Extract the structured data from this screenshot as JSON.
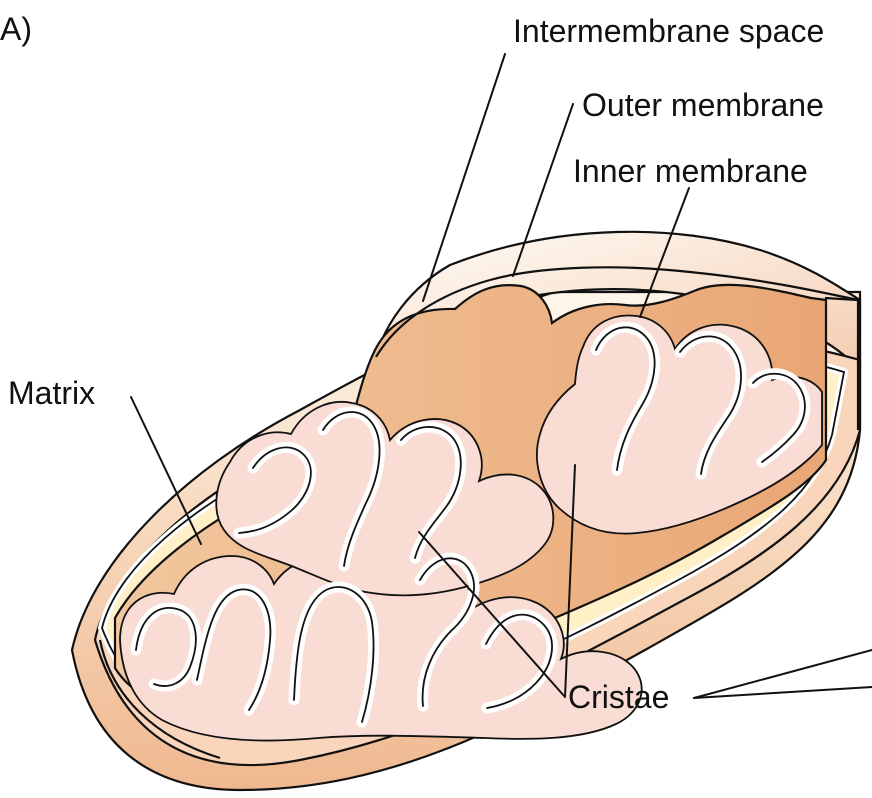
{
  "panel_label": "A)",
  "labels": {
    "intermembrane_space": "Intermembrane space",
    "outer_membrane": "Outer membrane",
    "inner_membrane": "Inner membrane",
    "matrix": "Matrix",
    "cristae": "Cristae"
  },
  "colors": {
    "background": "#ffffff",
    "outline": "#111111",
    "outer_membrane": "#f6cfaa",
    "intermembrane_space": "#fff0c8",
    "matrix": "#f9ddd5",
    "inner_membrane": "#edb487",
    "membrane_edge": "#ffffff",
    "text": "#111111"
  }
}
